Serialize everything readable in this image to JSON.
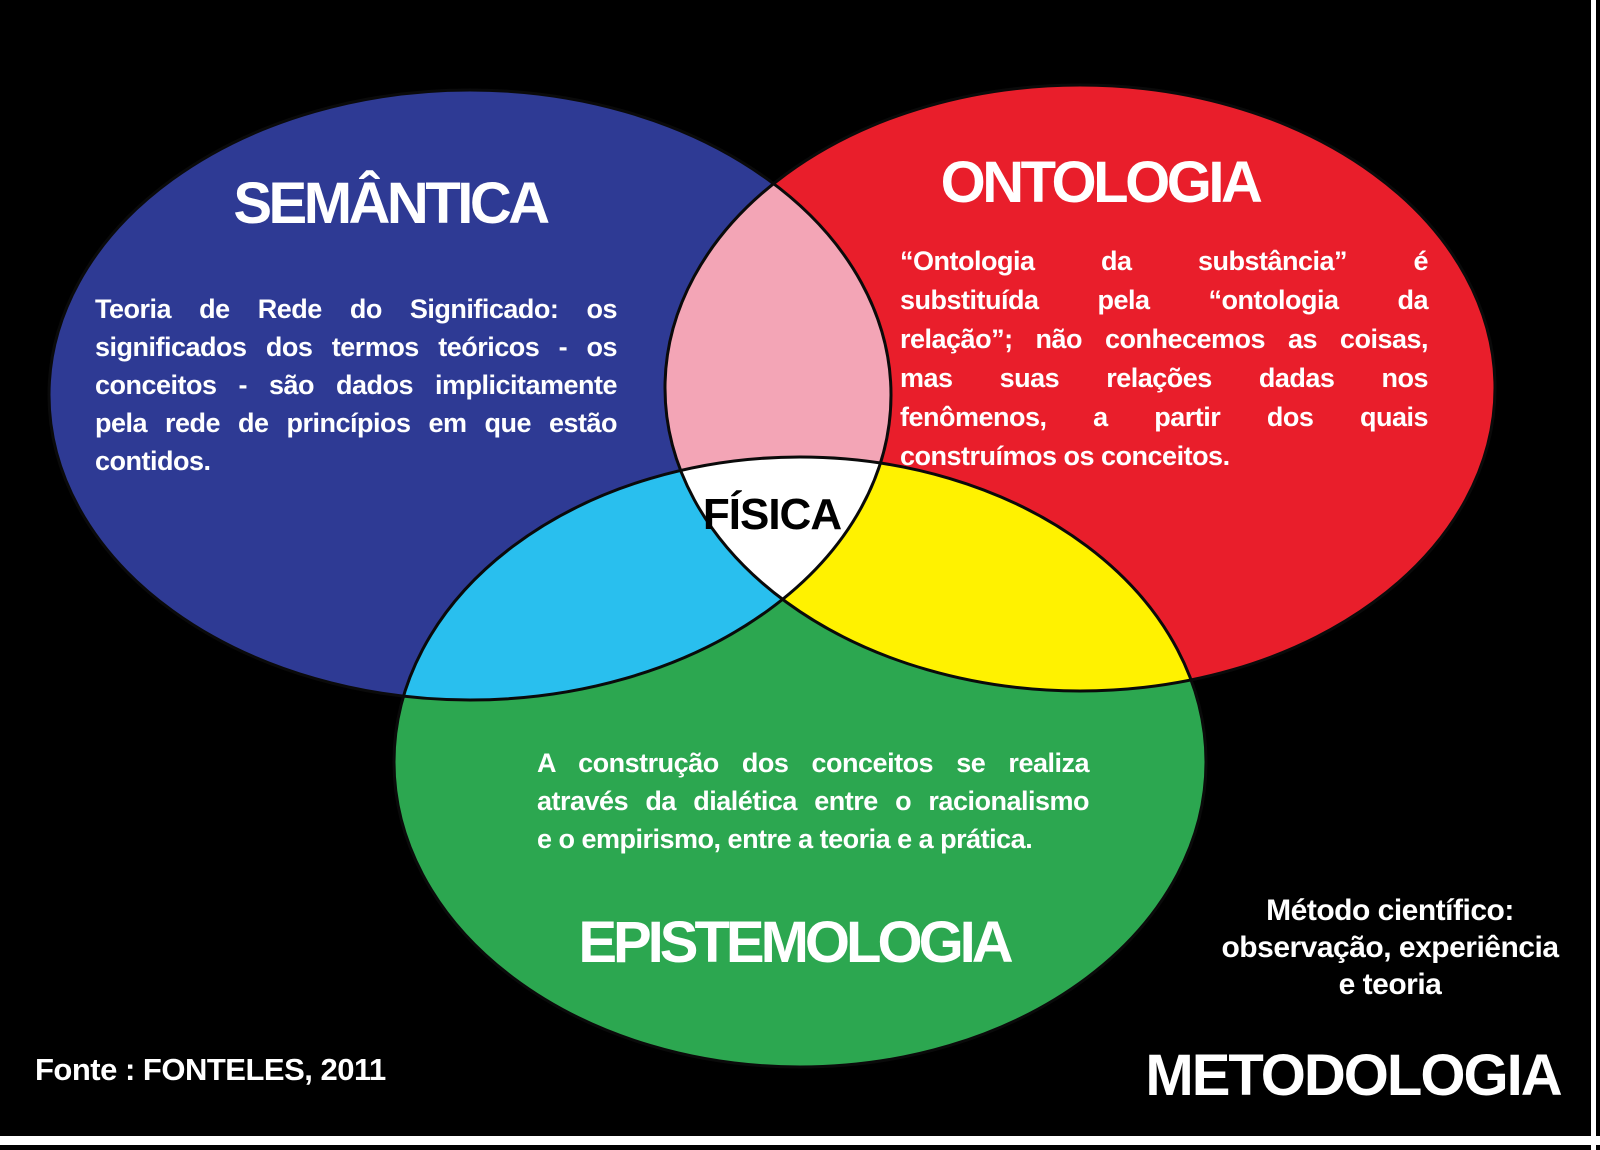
{
  "diagram": {
    "title_area": "venn-three-circles",
    "colors": {
      "semantica_blue": "#2e3a94",
      "ontologia_red": "#e91e2b",
      "epistemologia_green": "#2ca750",
      "overlap_pink": "#f3a5b6",
      "overlap_cyan": "#29bfee",
      "overlap_yellow": "#fff200",
      "center_white": "#ffffff",
      "background": "#000000"
    },
    "circles": [
      {
        "id": "semantica",
        "label": "SEMÂNTICA",
        "body": "Teoria de Rede do Significado: os significados dos termos teóricos - os conceitos - são dados implicitamente pela rede de princípios em que estão contidos.",
        "body_lines": [
          "Teoria de Rede do Significado: os",
          "significados dos termos teóricos - os",
          "conceitos - são dados implicitamente",
          "pela rede de princípios em que estão",
          "contidos."
        ]
      },
      {
        "id": "ontologia",
        "label": "ONTOLOGIA",
        "body": "“Ontologia da substância” é substituída pela “ontologia da relação”; não conhecemos as coisas, mas suas relações dadas nos fenômenos, a partir dos quais construímos os conceitos.",
        "body_lines": [
          "“Ontologia da substância” é",
          "substituída pela “ontologia da",
          "relação”; não conhecemos as coisas,",
          "mas suas relações dadas nos",
          "fenômenos, a partir dos quais",
          "construímos os conceitos."
        ]
      },
      {
        "id": "epistemologia",
        "label": "EPISTEMOLOGIA",
        "body": "A construção dos conceitos se realiza através da dialética entre o racionalismo e o empirismo, entre a teoria e a prática.",
        "body_lines": [
          "A construção dos conceitos se realiza",
          "através da dialética entre o racionalismo",
          "e o empirismo, entre a teoria e a prática."
        ]
      }
    ],
    "center_label": "FÍSICA",
    "methodology": {
      "label": "METODOLOGIA",
      "note_lines": [
        "Método científico:",
        "observação, experiência",
        "e teoria"
      ]
    },
    "source": "Fonte : FONTELES, 2011"
  }
}
